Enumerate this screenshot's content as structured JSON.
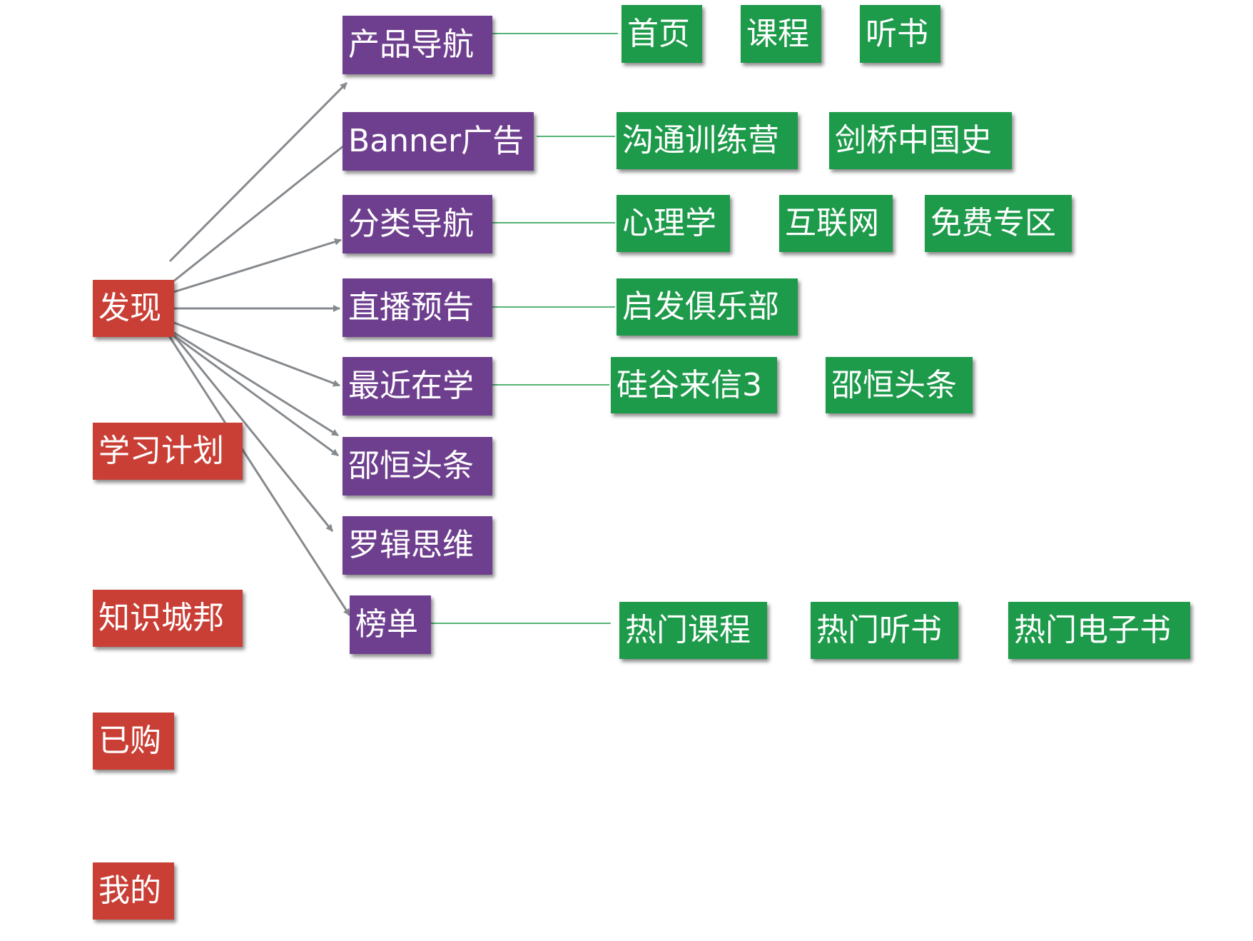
{
  "colors": {
    "tab": "#c93f35",
    "section": "#6f3f8f",
    "item": "#1d9a4a",
    "arrow": "#868a8e",
    "link": "#1d9a4a"
  },
  "tabs": [
    "发现",
    "学习计划",
    "知识城邦",
    "已购",
    "我的"
  ],
  "sections": [
    "产品导航",
    "Banner广告",
    "分类导航",
    "直播预告",
    "最近在学",
    "邵恒头条",
    "罗辑思维",
    "榜单"
  ],
  "items": {
    "product_nav": [
      "首页",
      "课程",
      "听书"
    ],
    "banner": [
      "沟通训练营",
      "剑桥中国史"
    ],
    "category": [
      "心理学",
      "互联网",
      "免费专区"
    ],
    "live": [
      "启发俱乐部"
    ],
    "recent": [
      "硅谷来信3",
      "邵恒头条"
    ],
    "ranking": [
      "热门课程",
      "热门听书",
      "热门电子书"
    ]
  }
}
